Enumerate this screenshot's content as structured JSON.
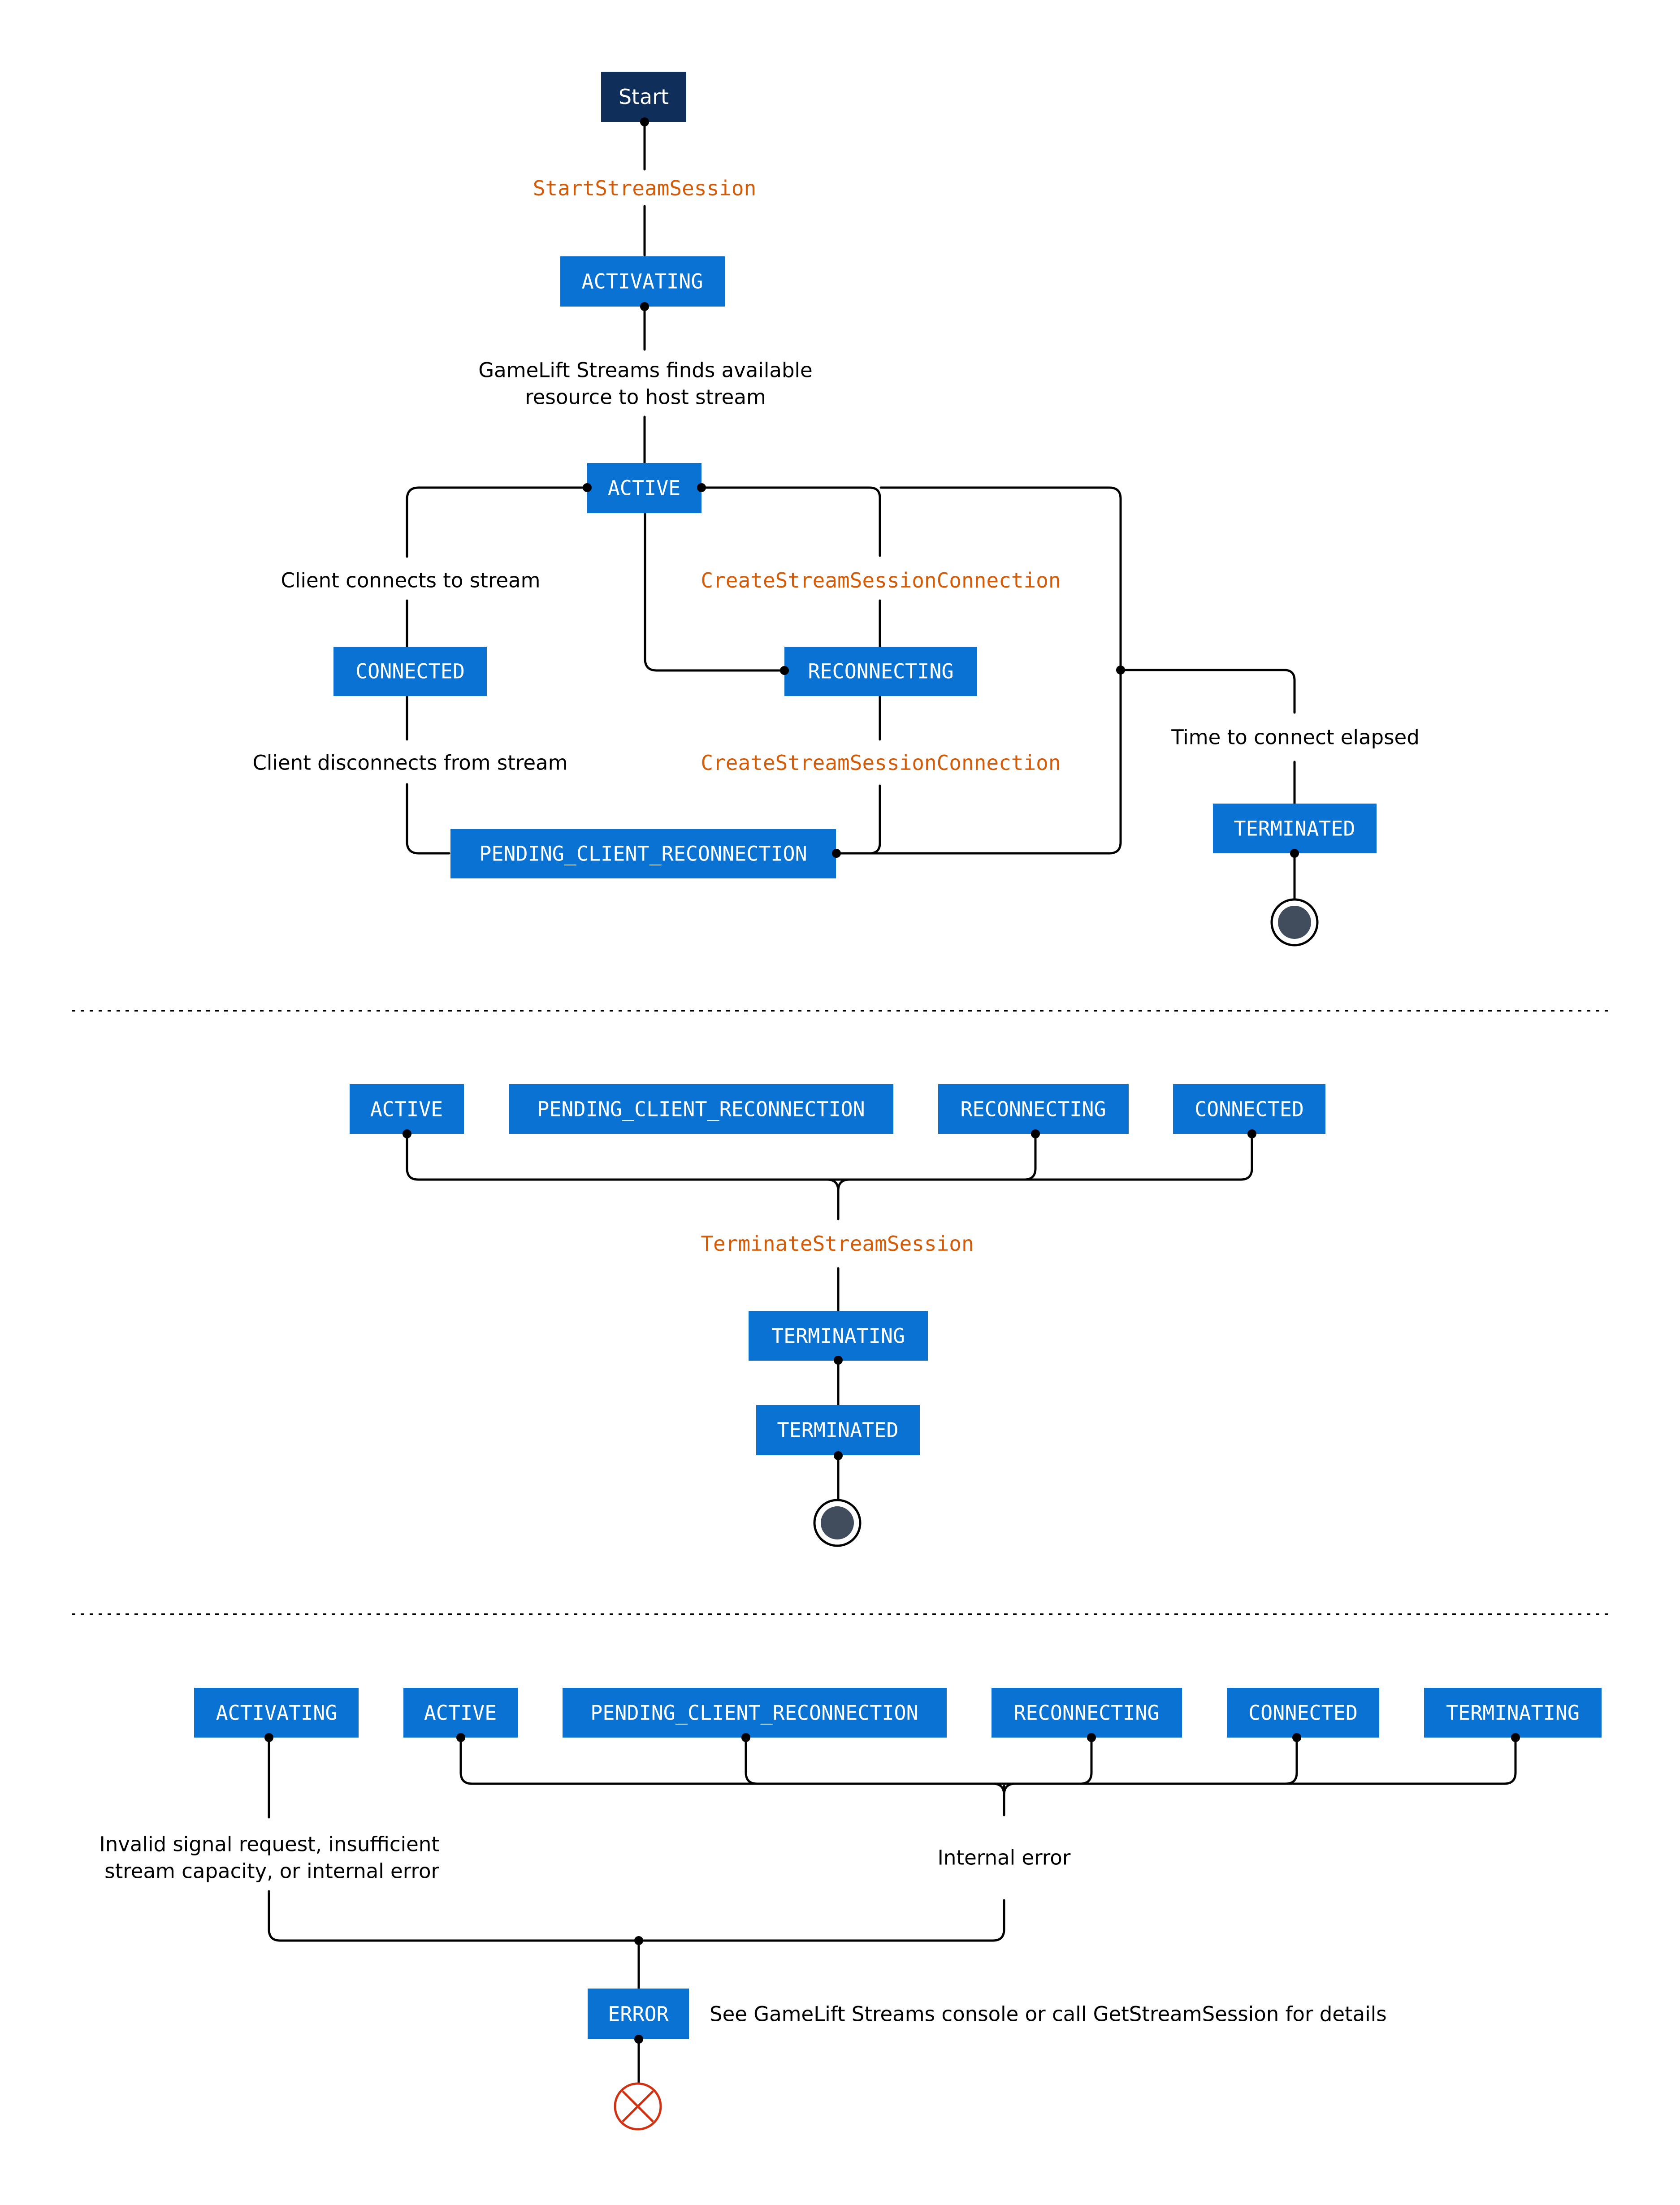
{
  "colors": {
    "state_fill": "#0972d3",
    "start_fill": "#0f2e59",
    "api_text": "#d45b07",
    "end_inner": "#414d5c",
    "error_mark": "#d13212"
  },
  "section1": {
    "start": "Start",
    "activating": "ACTIVATING",
    "active": "ACTIVE",
    "connected": "CONNECTED",
    "reconnecting": "RECONNECTING",
    "pending": "PENDING_CLIENT_RECONNECTION",
    "terminated": "TERMINATED",
    "api_start": "StartStreamSession",
    "label_finds_line1": "GameLift Streams finds available",
    "label_finds_line2": "resource to host stream",
    "label_client_connects": "Client connects to stream",
    "api_create_conn_top": "CreateStreamSessionConnection",
    "label_client_disconnects": "Client disconnects from stream",
    "api_create_conn_bottom": "CreateStreamSessionConnection",
    "label_time_elapsed": "Time to connect elapsed"
  },
  "section2": {
    "active": "ACTIVE",
    "pending": "PENDING_CLIENT_RECONNECTION",
    "reconnecting": "RECONNECTING",
    "connected": "CONNECTED",
    "api_terminate": "TerminateStreamSession",
    "terminating": "TERMINATING",
    "terminated": "TERMINATED"
  },
  "section3": {
    "activating": "ACTIVATING",
    "active": "ACTIVE",
    "pending": "PENDING_CLIENT_RECONNECTION",
    "reconnecting": "RECONNECTING",
    "connected": "CONNECTED",
    "terminating": "TERMINATING",
    "label_invalid_line1": "Invalid signal request, insufficient",
    "label_invalid_line2": "stream capacity, or internal error",
    "label_internal_error": "Internal error",
    "error": "ERROR",
    "label_see_console": "See GameLift Streams console or call GetStreamSession for details"
  }
}
